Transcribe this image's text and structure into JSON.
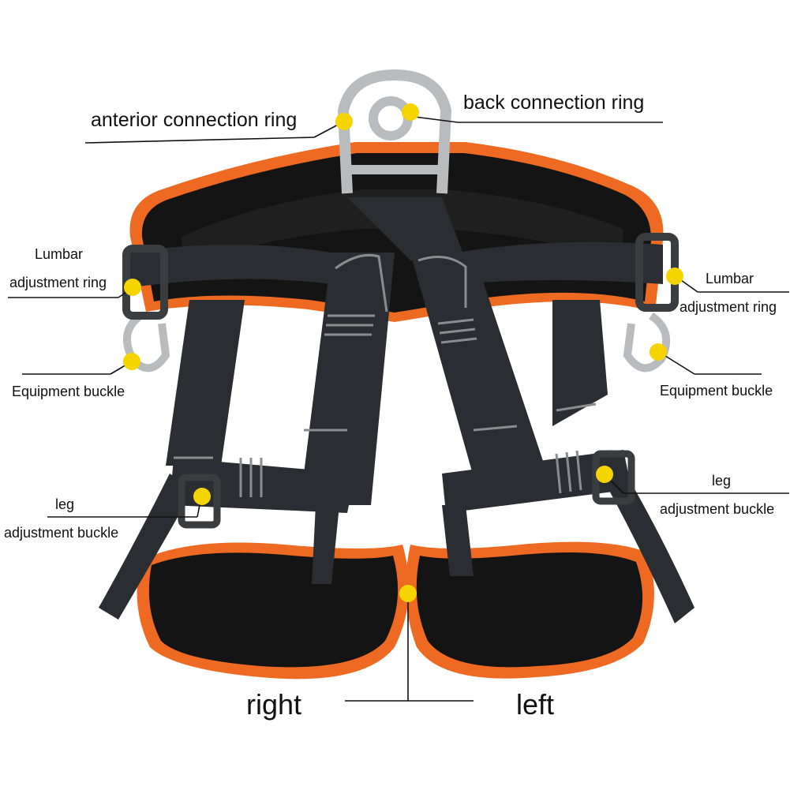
{
  "labels": {
    "anterior_ring": "anterior connection ring",
    "back_ring": "back connection ring",
    "lumbar_left_line1": "Lumbar",
    "lumbar_left_line2": "adjustment ring",
    "lumbar_right_line1": "Lumbar",
    "lumbar_right_line2": "adjustment ring",
    "equipment_left": "Equipment buckle",
    "equipment_right": "Equipment buckle",
    "leg_left_line1": "leg",
    "leg_left_line2": "adjustment buckle",
    "leg_right_line1": "leg",
    "leg_right_line2": "adjustment buckle",
    "right": "right",
    "left": "left"
  },
  "colors": {
    "marker": "#f5d400",
    "trim": "#ee6a22",
    "webbing": "#2a2d31",
    "padding": "#141414",
    "metal": "#b9bcbf",
    "leader_line": "#111111"
  }
}
